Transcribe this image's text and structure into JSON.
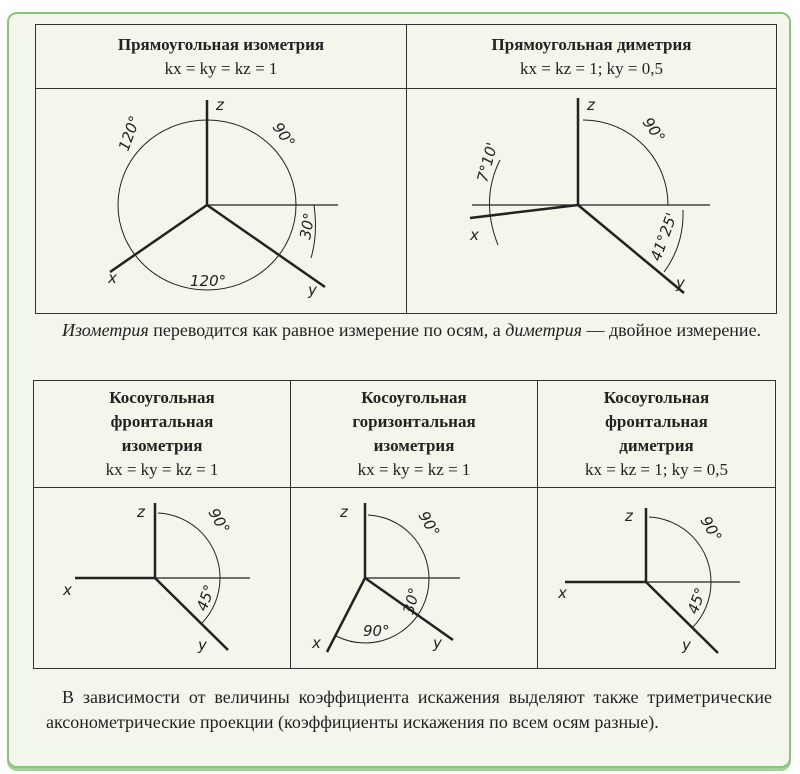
{
  "top_table": [
    {
      "title": "Прямоугольная изометрия",
      "coef": "kx = ky = kz = 1",
      "labels": {
        "z": "z",
        "x": "x",
        "y": "y",
        "a1": "120°",
        "a2": "90°",
        "a3": "30°",
        "a4": "120°"
      }
    },
    {
      "title": "Прямоугольная диметрия",
      "coef": "kx = kz = 1; ky = 0,5",
      "labels": {
        "z": "z",
        "x": "x",
        "y": "y",
        "a1": "7°10'",
        "a2": "90°",
        "a3": "41°25'"
      }
    }
  ],
  "paragraph1": {
    "term1": "Изометрия",
    "text1": " переводится как равное измерение по осям, а ",
    "term2": "диметрия",
    "text2": " — двойное измерение."
  },
  "bottom_table": [
    {
      "title_lines": [
        "Косоугольная",
        "фронтальная",
        "изометрия"
      ],
      "coef": "kx = ky = kz = 1",
      "labels": {
        "z": "z",
        "x": "x",
        "y": "y",
        "a1": "90°",
        "a2": "45°"
      }
    },
    {
      "title_lines": [
        "Косоугольная",
        "горизонтальная",
        "изометрия"
      ],
      "coef": "kx = ky = kz = 1",
      "labels": {
        "z": "z",
        "x": "x",
        "y": "y",
        "a1": "90°",
        "a2": "30°",
        "a3": "90°"
      }
    },
    {
      "title_lines": [
        "Косоугольная",
        "фронтальная",
        "диметрия"
      ],
      "coef": "kx = kz = 1; ky = 0,5",
      "labels": {
        "z": "z",
        "x": "x",
        "y": "y",
        "a1": "90°",
        "a2": "45°"
      }
    }
  ],
  "paragraph2": "В зависимости от величины коэффициента искажения выделяют также триметрические аксонометрические проекции (коэффициенты искажения по всем осям разные)."
}
